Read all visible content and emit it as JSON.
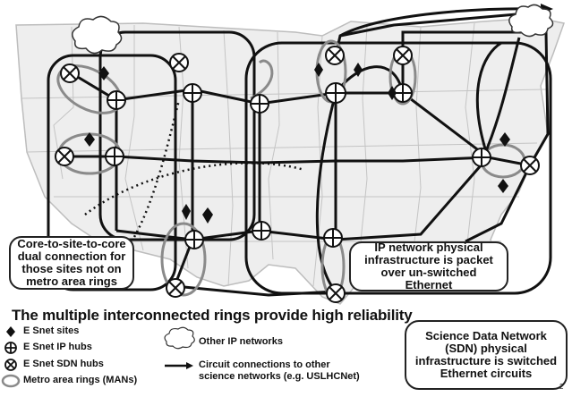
{
  "callouts": {
    "core_to_site": "Core-to-site-to-core dual connection for those sites not on metro area rings",
    "ip_network": "IP network physical infrastructure is packet over un-switched Ethernet",
    "sdn": "Science Data Network (SDN) physical infrastructure is switched Ethernet circuits"
  },
  "headline": "The multiple interconnected rings provide high reliability",
  "legend": {
    "sites": "E Snet sites",
    "ip_hubs": "E Snet IP hubs",
    "sdn_hubs": "E Snet SDN hubs",
    "metro_rings": "Metro area rings (MANs)",
    "other_ip": "Other IP networks",
    "circuit_line1": "Circuit connections to other",
    "circuit_line2": "science networks (e.g. USLHCNet)"
  },
  "page_number": "2",
  "colors": {
    "lines": "#111111",
    "metro_ring": "#8a8a8a",
    "map": "#bdbdbd",
    "map_fill": "#eeeeee"
  },
  "icons": [
    "site-diamond-icon",
    "ip-hub-icon",
    "sdn-hub-icon",
    "cloud-icon",
    "arrow-icon"
  ]
}
